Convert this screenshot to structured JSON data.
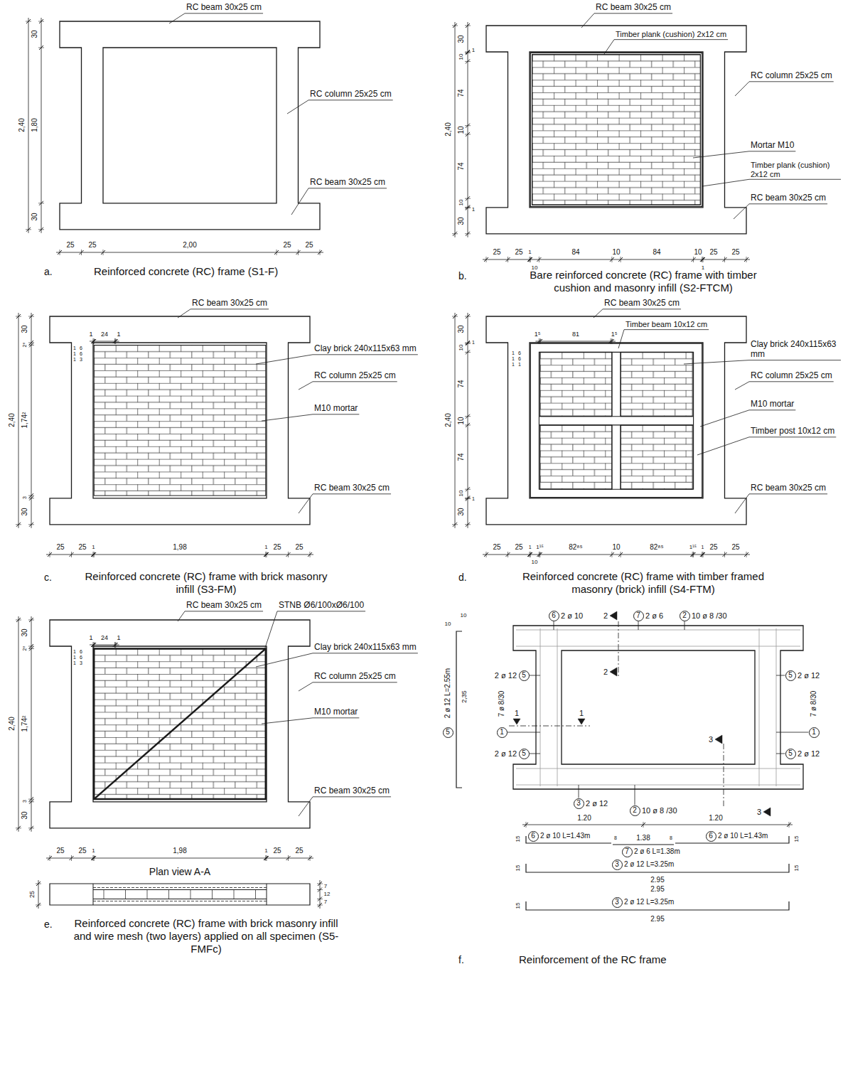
{
  "diagram": {
    "nodes": [
      {
        "text": [
          "6"
        ]
      },
      {
        "text": [
          "7"
        ]
      },
      {
        "text": [
          "2"
        ]
      },
      {
        "text": [
          "5"
        ]
      },
      {
        "text": [
          "5"
        ]
      },
      {
        "text": [
          "1"
        ]
      },
      {
        "text": [
          "1"
        ]
      },
      {
        "text": [
          "5"
        ]
      },
      {
        "text": [
          "5"
        ]
      },
      {
        "text": [
          "3"
        ]
      },
      {
        "text": [
          "2"
        ]
      },
      {
        "text": [
          "5"
        ]
      },
      {
        "text": [
          "6"
        ]
      },
      {
        "text": [
          "6"
        ]
      },
      {
        "text": [
          "7"
        ]
      },
      {
        "text": [
          "3"
        ]
      },
      {
        "text": [
          "3"
        ]
      }
    ],
    "labels": [
      "RC beam 30x25 cm",
      "RC column 25x25 cm",
      "RC beam 30x25 cm",
      "2,40",
      "30",
      "1,80",
      "30",
      "25",
      "25",
      "2,00",
      "25",
      "25",
      "a.",
      "Reinforced concrete (RC) frame (S1-F)",
      "RC beam 30x25 cm",
      "Timber plank (cushion) 2x12 cm",
      "RC column 25x25 cm",
      "Mortar M10",
      "Timber plank (cushion) 2x12 cm",
      "RC beam 30x25 cm",
      "2,40",
      "30",
      "10",
      "1",
      "74",
      "10",
      "74",
      "10",
      "1",
      "30",
      "25",
      "25",
      "1",
      "84",
      "10",
      "84",
      "10",
      "25",
      "25",
      "10",
      "1",
      "b.",
      "Bare reinforced concrete (RC) frame with timber cushion and masonry infill (S2-FTCM)",
      "RC beam 30x25 cm",
      "Clay brick 240x115x63 mm",
      "RC column 25x25 cm",
      "M10 mortar",
      "RC beam 30x25 cm",
      "1",
      "24",
      "1",
      "1",
      "1",
      "1",
      "6",
      "6",
      "3",
      "2,40",
      "30",
      "2⁸",
      "1,74²",
      "3",
      "30",
      "25",
      "25",
      "1",
      "1,98",
      "1",
      "25",
      "25",
      "c.",
      "Reinforced concrete (RC) frame with brick masonry infill (S3-FM)",
      "RC beam 30x25 cm",
      "Timber beam 10x12 cm",
      "Clay brick 240x115x63 mm",
      "RC column 25x25 cm",
      "M10 mortar",
      "Timber post 10x12 cm",
      "RC beam 30x25 cm",
      "1⁵",
      "81",
      "1⁵",
      "1",
      "1",
      "1",
      "6",
      "6",
      "1",
      "2,40",
      "30",
      "10",
      "1",
      "74",
      "10",
      "74",
      "10",
      "1",
      "30",
      "25",
      "25",
      "1",
      "1¹⁵",
      "82⁸⁵",
      "10",
      "82⁸⁵",
      "1¹⁵",
      "1",
      "25",
      "25",
      "10",
      "d.",
      "Reinforced concrete (RC) frame with timber framed masonry (brick) infill (S4-FTM)",
      "RC beam 30x25 cm",
      "STNB Ø6/100xØ6/100",
      "Clay brick 240x115x63 mm",
      "RC column 25x25 cm",
      "M10 mortar",
      "RC beam 30x25 cm",
      "1",
      "24",
      "1",
      "1",
      "1",
      "1",
      "6",
      "6",
      "3",
      "2,40",
      "30",
      "2⁸",
      "1,74²",
      "3",
      "30",
      "25",
      "25",
      "1",
      "1,98",
      "1",
      "25",
      "25",
      "Plan view A-A",
      "25",
      "7",
      "12",
      "7",
      "e.",
      "Reinforced concrete (RC) frame with brick masonry infill and wire mesh (two layers) applied on all specimen (S5-FMFc)",
      "10",
      "10",
      "2 ø 12 L=2.55m",
      "2,35",
      "2 ø 10",
      "2",
      "2 ø 6",
      "10 ø 8 /30",
      "2",
      "2 ø 12",
      "2 ø 12",
      "7 ø 8/30",
      "7 ø 8/30",
      "1",
      "1",
      "2 ø 12",
      "2 ø 12",
      "3",
      "3",
      "2 ø 12",
      "10 ø 8 /30",
      "1.20",
      "1.20",
      "15",
      "2 ø 10 L=1.43m",
      "8",
      "1.38",
      "8",
      "2 ø 10 L=1.43m",
      "15",
      "2 ø 6 L=1.38m",
      "15",
      "2 ø 12 L=3.25m",
      "15",
      "2.95",
      "2.95",
      "15",
      "2 ø 12 L=3.25m",
      "2.95",
      "f.",
      "Reinforcement of the RC frame"
    ]
  }
}
